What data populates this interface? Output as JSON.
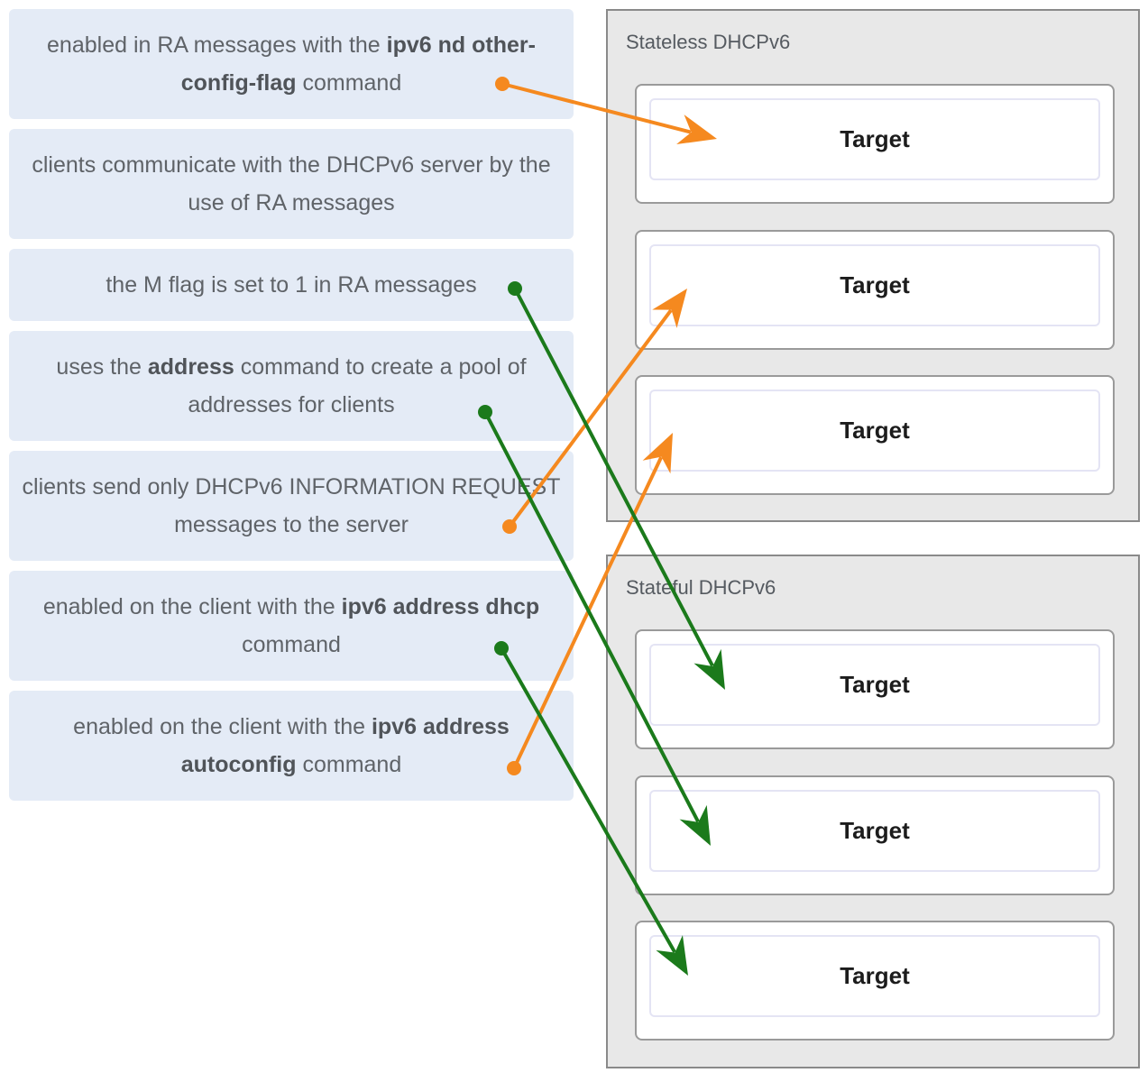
{
  "colors": {
    "stateless_arrow": "#f5891f",
    "stateful_arrow": "#1b7a1b",
    "source_bg": "#e4ebf6",
    "group_bg": "#e8e8e8"
  },
  "sources": [
    {
      "pre": "enabled in RA messages with the ",
      "bold": "ipv6 nd other-config-flag",
      "post": " command"
    },
    {
      "pre": "clients communicate with the DHCPv6 server by the use of RA messages",
      "bold": "",
      "post": ""
    },
    {
      "pre": "the M flag is set to 1 in RA messages",
      "bold": "",
      "post": ""
    },
    {
      "pre": "uses the ",
      "bold": "address",
      "post": " command to create a pool of addresses for clients"
    },
    {
      "pre": "clients send only DHCPv6 INFORMATION REQUEST messages to the server",
      "bold": "",
      "post": ""
    },
    {
      "pre": "enabled on the client with the ",
      "bold": "ipv6 address dhcp",
      "post": " command"
    },
    {
      "pre": "enabled on the client with the ",
      "bold": "ipv6 address autoconfig",
      "post": " command"
    }
  ],
  "groups": [
    {
      "title": "Stateless DHCPv6",
      "targets": [
        "Target",
        "Target",
        "Target"
      ]
    },
    {
      "title": "Stateful DHCPv6",
      "targets": [
        "Target",
        "Target",
        "Target"
      ]
    }
  ],
  "matches": [
    {
      "source": 0,
      "group": 0,
      "target": 0,
      "color": "stateless_arrow"
    },
    {
      "source": 4,
      "group": 0,
      "target": 1,
      "color": "stateless_arrow"
    },
    {
      "source": 6,
      "group": 0,
      "target": 2,
      "color": "stateless_arrow"
    },
    {
      "source": 2,
      "group": 1,
      "target": 0,
      "color": "stateful_arrow"
    },
    {
      "source": 3,
      "group": 1,
      "target": 1,
      "color": "stateful_arrow"
    },
    {
      "source": 5,
      "group": 1,
      "target": 2,
      "color": "stateful_arrow"
    }
  ]
}
